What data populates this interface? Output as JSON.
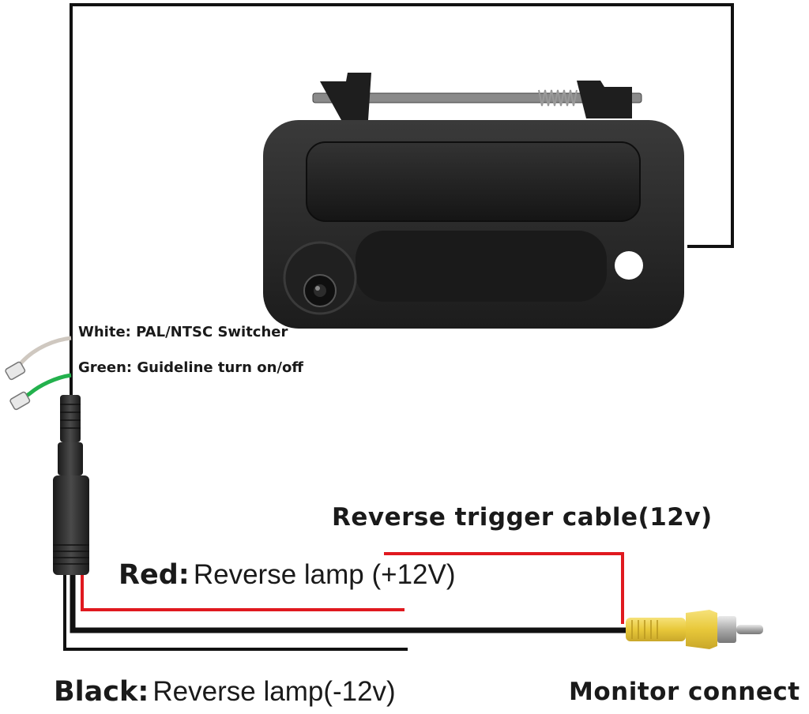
{
  "labels": {
    "white_key": "White:",
    "white_val": "PAL/NTSC Switcher",
    "green_key": "Green:",
    "green_val": "Guideline turn on/off",
    "reverse_trigger": "Reverse trigger cable(12v)",
    "red_key": "Red:",
    "red_val": "Reverse lamp (+12V)",
    "black_key": "Black:",
    "black_val": "Reverse lamp(-12v)",
    "monitor": "Monitor connect"
  },
  "colors": {
    "frame_wire": "#111111",
    "red_wire": "#e0191f",
    "green_wire": "#23b14d",
    "white_wire": "#cfc8c0",
    "handle_body": "#2b2b2b",
    "rca_yellow": "#f0d44a"
  },
  "icons": {
    "camera": "tailgate-handle-camera-icon",
    "connector": "waterproof-connector-icon",
    "rca": "rca-plug-icon"
  }
}
